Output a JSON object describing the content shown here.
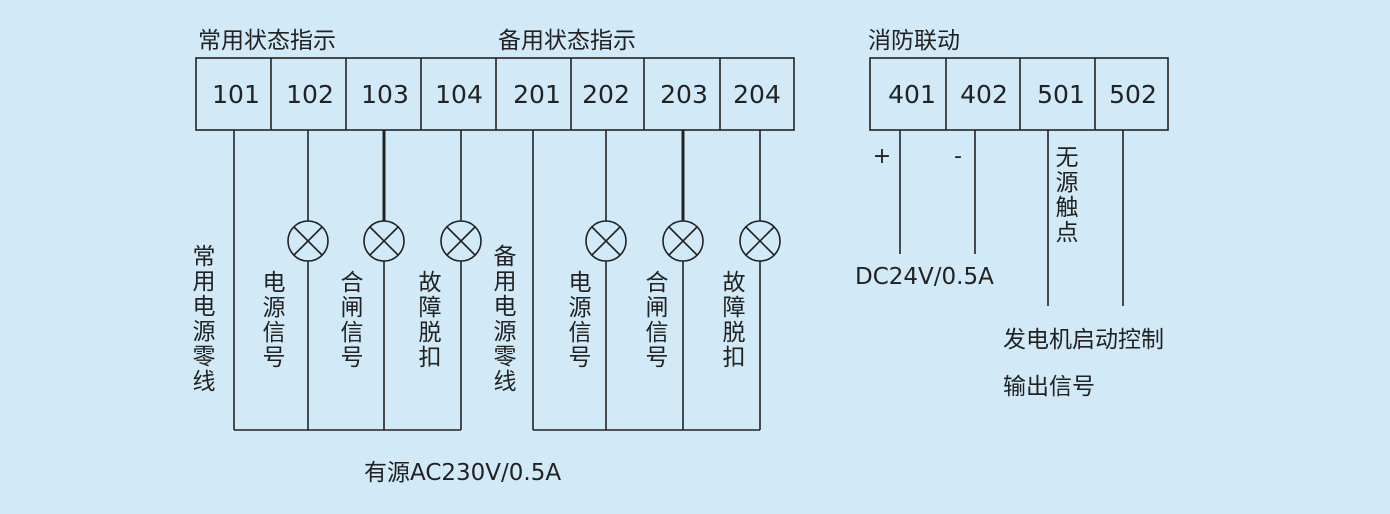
{
  "groups": {
    "normal_status": "常用状态指示",
    "standby_status": "备用状态指示",
    "fire_linkage": "消防联动"
  },
  "terminals": [
    "101",
    "102",
    "103",
    "104",
    "201",
    "202",
    "203",
    "204",
    "401",
    "402",
    "501",
    "502"
  ],
  "normal_labels": {
    "neutral": "常用电源零线",
    "power": "电源信号",
    "closing": "合闸信号",
    "fault": "故障脱扣"
  },
  "standby_labels": {
    "neutral": "备用电源零线",
    "power": "电源信号",
    "closing": "合闸信号",
    "fault": "故障脱扣"
  },
  "fire_labels": {
    "plus": "+",
    "minus": "-",
    "dry_contact": "无源触点",
    "dc_rating": "DC24V/0.5A",
    "gen_start_line1": "发电机启动控制",
    "gen_start_line2": "输出信号"
  },
  "ac_rating": "有源AC230V/0.5A",
  "colors": {
    "background": "#d2e9f7",
    "line": "#222222"
  }
}
